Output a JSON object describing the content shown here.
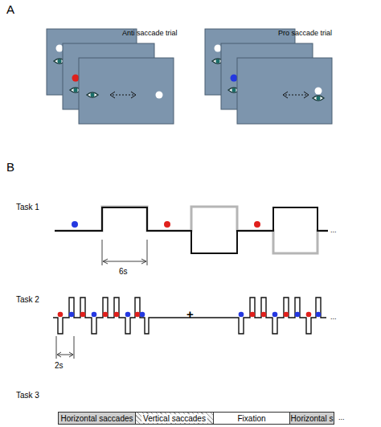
{
  "diagram": {
    "nodes": [
      {
        "text": [
          "Horizontal saccades"
        ]
      },
      {
        "text": [
          "Vertical saccades"
        ]
      },
      {
        "text": [
          "Fixation"
        ]
      },
      {
        "text": [
          "Horizontal s"
        ]
      }
    ],
    "labels": [
      "A",
      "Anti saccade trial",
      "Pro saccade trial",
      "B",
      "Task 1",
      "6s",
      "...",
      "Task 2",
      "+",
      "2s",
      "...",
      "Task 3",
      "..."
    ]
  }
}
